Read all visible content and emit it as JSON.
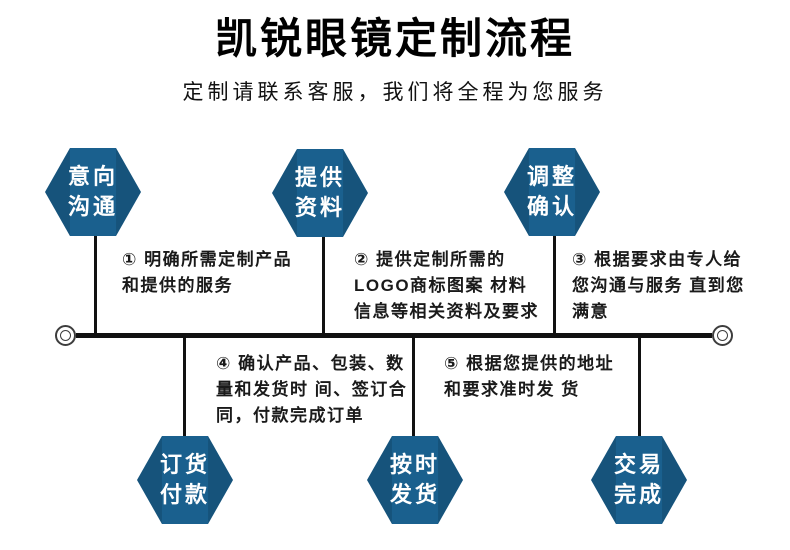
{
  "header": {
    "title": "凯锐眼镜定制流程",
    "subtitle": "定制请联系客服，我们将全程为您服务"
  },
  "flow": {
    "top_nodes": [
      {
        "label": "意向\n沟通"
      },
      {
        "label": "提供\n资料"
      },
      {
        "label": "调整\n确认"
      }
    ],
    "bottom_nodes": [
      {
        "label": "订货\n付款"
      },
      {
        "label": "按时\n发货"
      },
      {
        "label": "交易\n完成"
      }
    ],
    "steps": [
      {
        "text": "① 明确所需定制产品\n和提供的服务"
      },
      {
        "text": "② 提供定制所需的\nLOGO商标图案 材料\n信息等相关资料及要求"
      },
      {
        "text": "③ 根据要求由专人给\n您沟通与服务 直到您\n满意"
      },
      {
        "text": "④ 确认产品、包装、数\n量和发货时 间、签订合\n同，付款完成订单"
      },
      {
        "text": "⑤ 根据您提供的地址\n和要求准时发 货"
      }
    ]
  },
  "colors": {
    "hexagon_fill": "#1a608e",
    "hexagon_shade": "#14537e",
    "timeline_line": "#111111",
    "ring_stroke": "#3d3d3d",
    "title_text": "#000000",
    "step_text": "#1a1a1a",
    "hex_label_text": "#ffffff"
  }
}
